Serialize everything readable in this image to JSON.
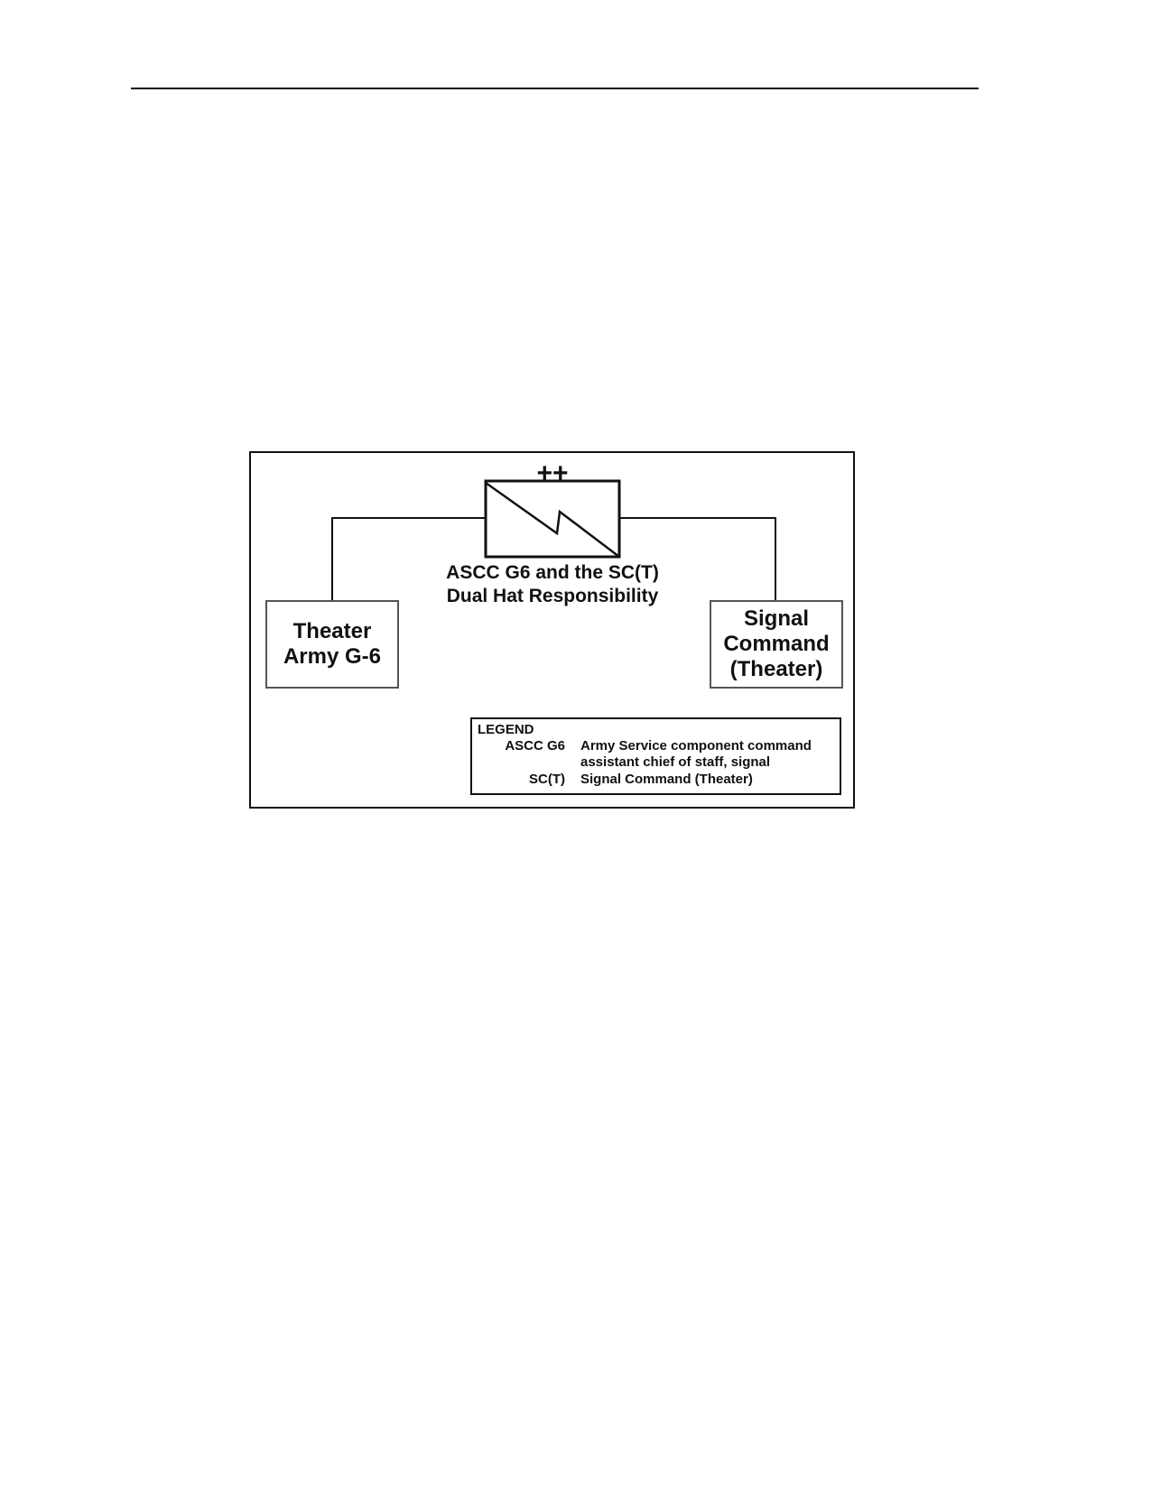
{
  "diagram": {
    "plus_marks": "++",
    "caption_line1": "ASCC G6 and the SC(T)",
    "caption_line2": "Dual Hat Responsibility",
    "left_box": "Theater\nArmy G-6",
    "right_box": "Signal\nCommand\n(Theater)"
  },
  "legend": {
    "title": "LEGEND",
    "entries": [
      {
        "abbr": "ASCC G6",
        "definition": "Army Service component command assistant chief of staff, signal"
      },
      {
        "abbr": "SC(T)",
        "definition": "Signal Command (Theater)"
      }
    ]
  }
}
